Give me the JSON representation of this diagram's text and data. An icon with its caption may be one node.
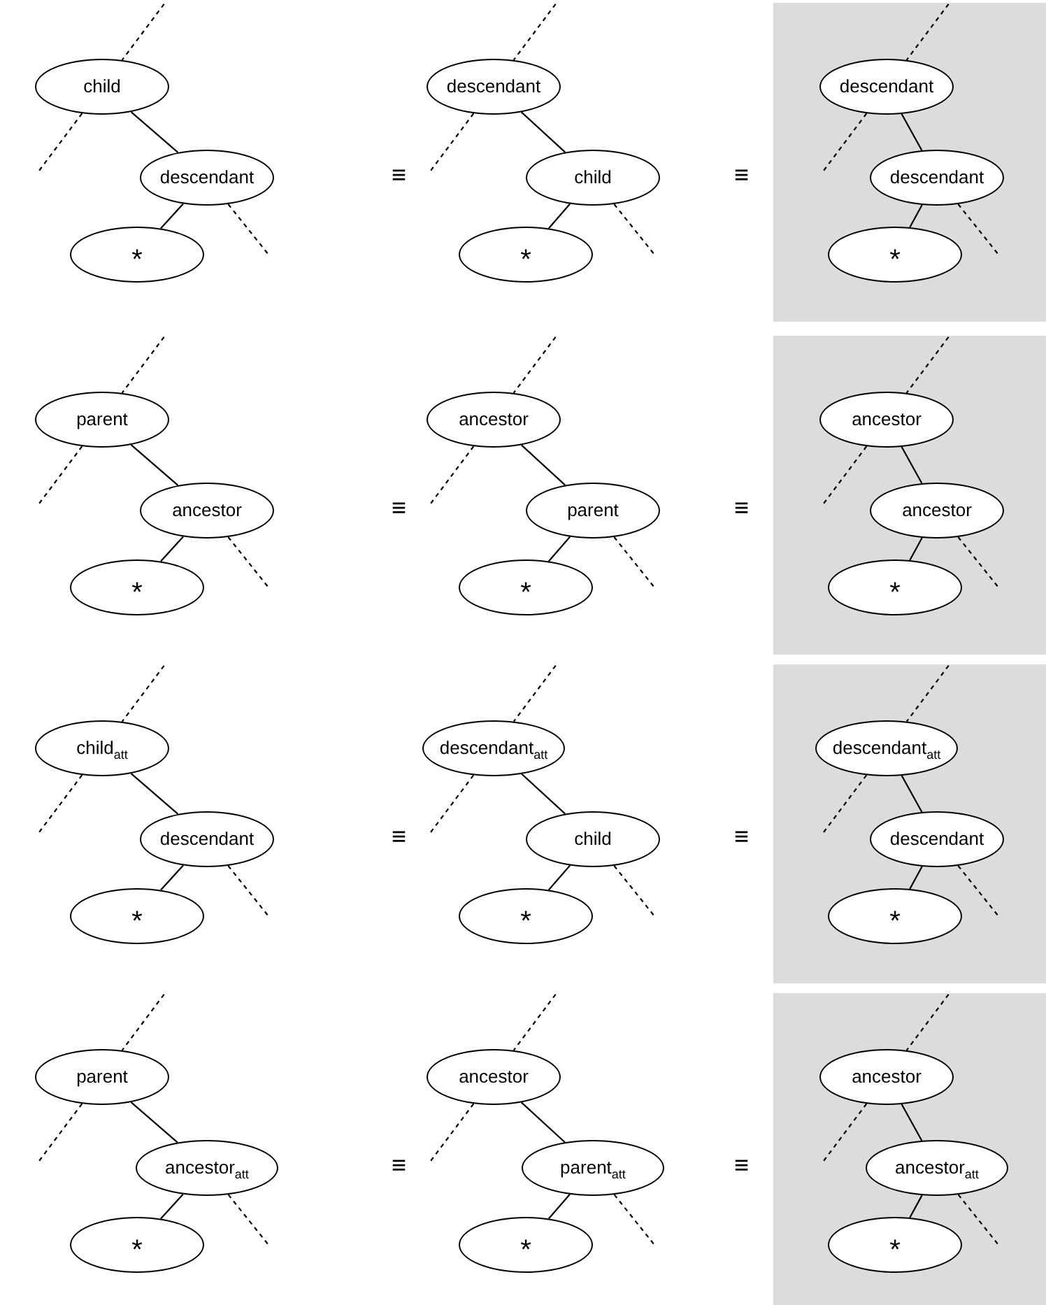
{
  "diagram": {
    "nodes": [
      {
        "text": [
          "child"
        ]
      },
      {
        "text": [
          "descendant"
        ]
      },
      {
        "text": [
          "*"
        ]
      },
      {
        "text": [
          "descendant"
        ]
      },
      {
        "text": [
          "child"
        ]
      },
      {
        "text": [
          "*"
        ]
      },
      {
        "text": [],
        "shape": "box"
      },
      {
        "text": [
          "descendant"
        ],
        "in": 6
      },
      {
        "text": [
          "descendant"
        ],
        "in": 6
      },
      {
        "text": [
          "*"
        ],
        "in": 6
      },
      {
        "text": [
          "parent"
        ]
      },
      {
        "text": [
          "ancestor"
        ]
      },
      {
        "text": [
          "*"
        ]
      },
      {
        "text": [
          "ancestor"
        ]
      },
      {
        "text": [
          "parent"
        ]
      },
      {
        "text": [
          "*"
        ]
      },
      {
        "text": [],
        "shape": "box"
      },
      {
        "text": [
          "ancestor"
        ],
        "in": 16
      },
      {
        "text": [
          "ancestor"
        ],
        "in": 16
      },
      {
        "text": [
          "*"
        ],
        "in": 16
      },
      {
        "text": [
          "child$_{att}$"
        ]
      },
      {
        "text": [
          "descendant"
        ]
      },
      {
        "text": [
          "*"
        ]
      },
      {
        "text": [
          "descendant$_{att}$"
        ]
      },
      {
        "text": [
          "child"
        ]
      },
      {
        "text": [
          "*"
        ]
      },
      {
        "text": [],
        "shape": "box"
      },
      {
        "text": [
          "descendant$_{att}$"
        ],
        "in": 26
      },
      {
        "text": [
          "descendant"
        ],
        "in": 26
      },
      {
        "text": [
          "*"
        ],
        "in": 26
      },
      {
        "text": [
          "parent"
        ]
      },
      {
        "text": [
          "ancestor$_{att}$"
        ]
      },
      {
        "text": [
          "*"
        ]
      },
      {
        "text": [
          "ancestor"
        ]
      },
      {
        "text": [
          "parent$_{att}$"
        ]
      },
      {
        "text": [
          "*"
        ]
      },
      {
        "text": [],
        "shape": "box"
      },
      {
        "text": [
          "ancestor"
        ],
        "in": 36
      },
      {
        "text": [
          "ancestor$_{att}$"
        ],
        "in": 36
      },
      {
        "text": [
          "*"
        ],
        "in": 36
      }
    ],
    "edges": [
      {
        "from": 0,
        "to": 1,
        "arrow": "none"
      },
      {
        "from": 1,
        "to": 2,
        "arrow": "none"
      },
      {
        "from": null,
        "to": 0,
        "arrow": "none",
        "style": "dashed"
      },
      {
        "from": 0,
        "to": null,
        "arrow": "none",
        "style": "dashed"
      },
      {
        "from": 1,
        "to": null,
        "arrow": "none",
        "style": "dashed"
      },
      {
        "from": 3,
        "to": 4,
        "arrow": "none"
      },
      {
        "from": 4,
        "to": 5,
        "arrow": "none"
      },
      {
        "from": null,
        "to": 3,
        "arrow": "none",
        "style": "dashed"
      },
      {
        "from": 3,
        "to": null,
        "arrow": "none",
        "style": "dashed"
      },
      {
        "from": 4,
        "to": null,
        "arrow": "none",
        "style": "dashed"
      },
      {
        "from": 7,
        "to": 8,
        "arrow": "none"
      },
      {
        "from": 8,
        "to": 9,
        "arrow": "none"
      },
      {
        "from": null,
        "to": 7,
        "arrow": "none",
        "style": "dashed"
      },
      {
        "from": 7,
        "to": null,
        "arrow": "none",
        "style": "dashed"
      },
      {
        "from": 8,
        "to": null,
        "arrow": "none",
        "style": "dashed"
      },
      {
        "from": 10,
        "to": 11,
        "arrow": "none"
      },
      {
        "from": 11,
        "to": 12,
        "arrow": "none"
      },
      {
        "from": null,
        "to": 10,
        "arrow": "none",
        "style": "dashed"
      },
      {
        "from": 10,
        "to": null,
        "arrow": "none",
        "style": "dashed"
      },
      {
        "from": 11,
        "to": null,
        "arrow": "none",
        "style": "dashed"
      },
      {
        "from": 13,
        "to": 14,
        "arrow": "none"
      },
      {
        "from": 14,
        "to": 15,
        "arrow": "none"
      },
      {
        "from": null,
        "to": 13,
        "arrow": "none",
        "style": "dashed"
      },
      {
        "from": 13,
        "to": null,
        "arrow": "none",
        "style": "dashed"
      },
      {
        "from": 14,
        "to": null,
        "arrow": "none",
        "style": "dashed"
      },
      {
        "from": 17,
        "to": 18,
        "arrow": "none"
      },
      {
        "from": 18,
        "to": 19,
        "arrow": "none"
      },
      {
        "from": null,
        "to": 17,
        "arrow": "none",
        "style": "dashed"
      },
      {
        "from": 17,
        "to": null,
        "arrow": "none",
        "style": "dashed"
      },
      {
        "from": 18,
        "to": null,
        "arrow": "none",
        "style": "dashed"
      },
      {
        "from": 20,
        "to": 21,
        "arrow": "none"
      },
      {
        "from": 21,
        "to": 22,
        "arrow": "none"
      },
      {
        "from": null,
        "to": 20,
        "arrow": "none",
        "style": "dashed"
      },
      {
        "from": 20,
        "to": null,
        "arrow": "none",
        "style": "dashed"
      },
      {
        "from": 21,
        "to": null,
        "arrow": "none",
        "style": "dashed"
      },
      {
        "from": 23,
        "to": 24,
        "arrow": "none"
      },
      {
        "from": 24,
        "to": 25,
        "arrow": "none"
      },
      {
        "from": null,
        "to": 23,
        "arrow": "none",
        "style": "dashed"
      },
      {
        "from": 23,
        "to": null,
        "arrow": "none",
        "style": "dashed"
      },
      {
        "from": 24,
        "to": null,
        "arrow": "none",
        "style": "dashed"
      },
      {
        "from": 27,
        "to": 28,
        "arrow": "none"
      },
      {
        "from": 28,
        "to": 29,
        "arrow": "none"
      },
      {
        "from": null,
        "to": 27,
        "arrow": "none",
        "style": "dashed"
      },
      {
        "from": 27,
        "to": null,
        "arrow": "none",
        "style": "dashed"
      },
      {
        "from": 28,
        "to": null,
        "arrow": "none",
        "style": "dashed"
      },
      {
        "from": 30,
        "to": 31,
        "arrow": "none"
      },
      {
        "from": 31,
        "to": 32,
        "arrow": "none"
      },
      {
        "from": null,
        "to": 30,
        "arrow": "none",
        "style": "dashed"
      },
      {
        "from": 30,
        "to": null,
        "arrow": "none",
        "style": "dashed"
      },
      {
        "from": 31,
        "to": null,
        "arrow": "none",
        "style": "dashed"
      },
      {
        "from": 33,
        "to": 34,
        "arrow": "none"
      },
      {
        "from": 34,
        "to": 35,
        "arrow": "none"
      },
      {
        "from": null,
        "to": 33,
        "arrow": "none",
        "style": "dashed"
      },
      {
        "from": 33,
        "to": null,
        "arrow": "none",
        "style": "dashed"
      },
      {
        "from": 34,
        "to": null,
        "arrow": "none",
        "style": "dashed"
      },
      {
        "from": 37,
        "to": 38,
        "arrow": "none"
      },
      {
        "from": 38,
        "to": 39,
        "arrow": "none"
      },
      {
        "from": null,
        "to": 37,
        "arrow": "none",
        "style": "dashed"
      },
      {
        "from": 37,
        "to": null,
        "arrow": "none",
        "style": "dashed"
      },
      {
        "from": 38,
        "to": null,
        "arrow": "none",
        "style": "dashed"
      }
    ],
    "labels": [
      "≡",
      "≡",
      "≡",
      "≡",
      "≡",
      "≡",
      "≡",
      "≡"
    ]
  }
}
